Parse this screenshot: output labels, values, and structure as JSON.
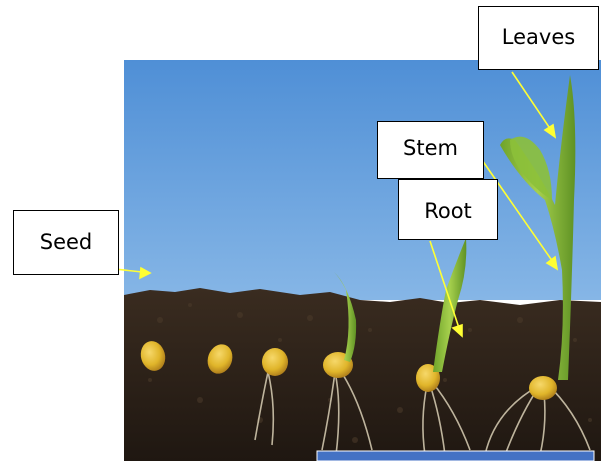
{
  "labels": {
    "leaves": "Leaves",
    "stem": "Stem",
    "root": "Root",
    "seed": "Seed"
  },
  "colors": {
    "sky": "#6fa3dc",
    "soil": "#2b2017",
    "kernel": "#e0b52a",
    "sprout": "#8fbf3c",
    "arrow": "#ffff33",
    "bottom_panel": "#4472c4"
  },
  "icons": {
    "kernel": "corn-kernel-icon",
    "sprout": "sprout-icon"
  }
}
